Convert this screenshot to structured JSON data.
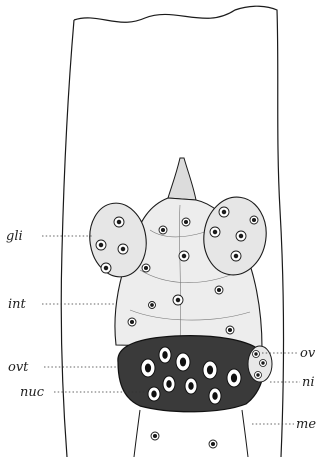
{
  "figure": {
    "labels": {
      "gli": "gli",
      "int": "int",
      "ovt": "ovt",
      "nuc": "nuc",
      "ov": "ov",
      "ni": "ni",
      "me": "me"
    }
  },
  "colors": {
    "ink": "#1a1a1a",
    "tissue": "#eeeeee",
    "dark_tissue": "#3a3a3a",
    "paper": "#ffffff"
  }
}
